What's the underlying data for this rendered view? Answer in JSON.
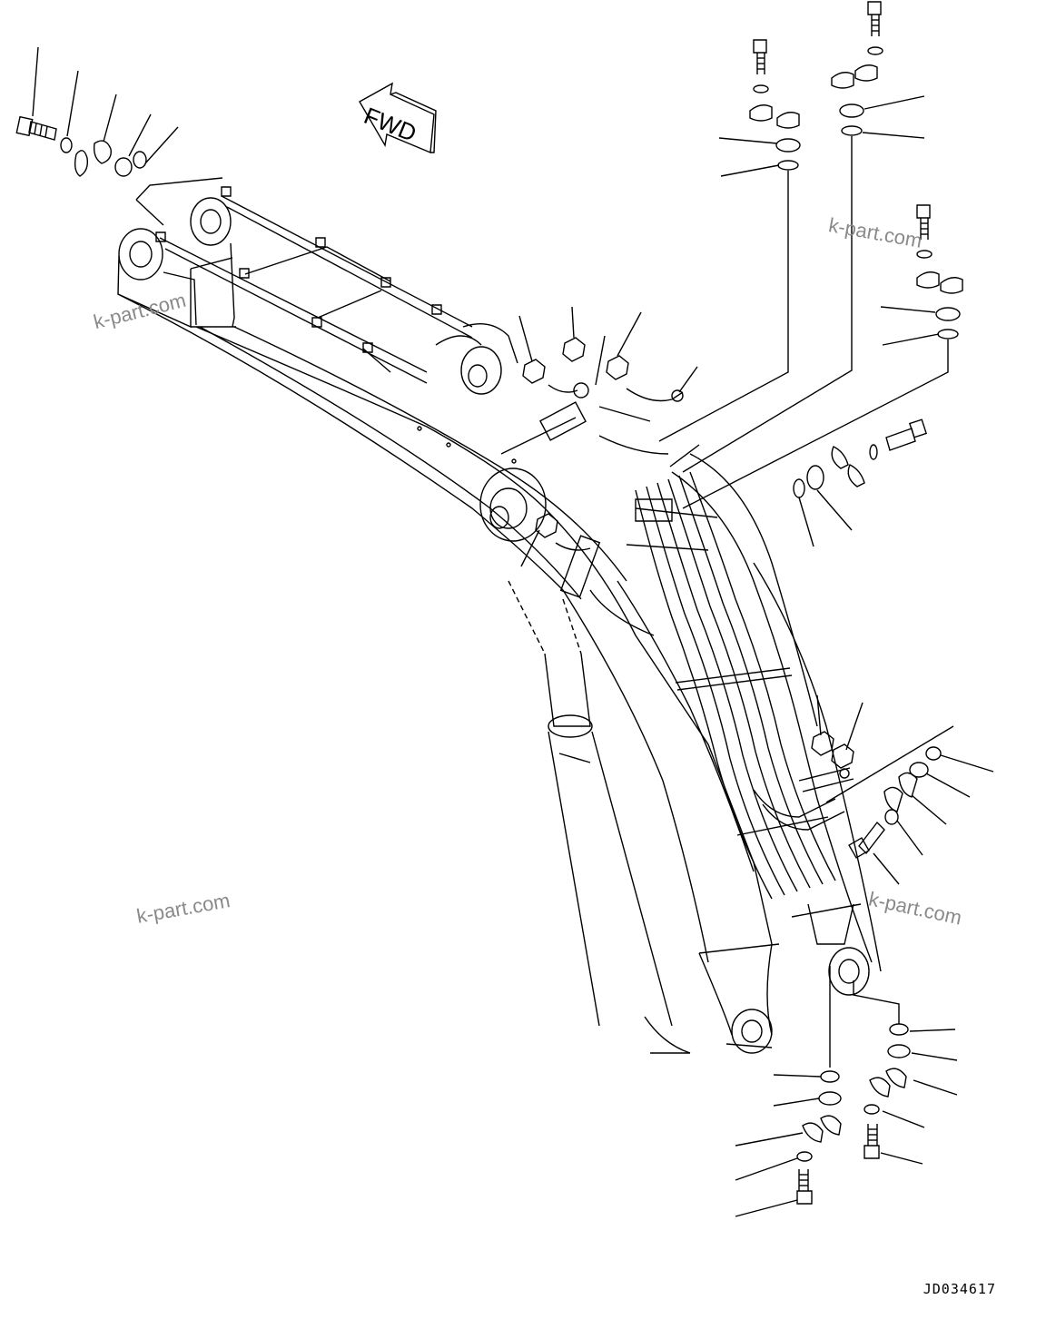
{
  "drawing": {
    "code": "JD034617",
    "direction_label": "FWD"
  },
  "watermarks": [
    {
      "text": "k-part.com"
    },
    {
      "text": "k-part.com"
    },
    {
      "text": "k-part.com"
    },
    {
      "text": "k-part.com"
    }
  ],
  "colors": {
    "ink": "#000000",
    "watermark": "#8a8a8a",
    "background": "#ffffff"
  }
}
